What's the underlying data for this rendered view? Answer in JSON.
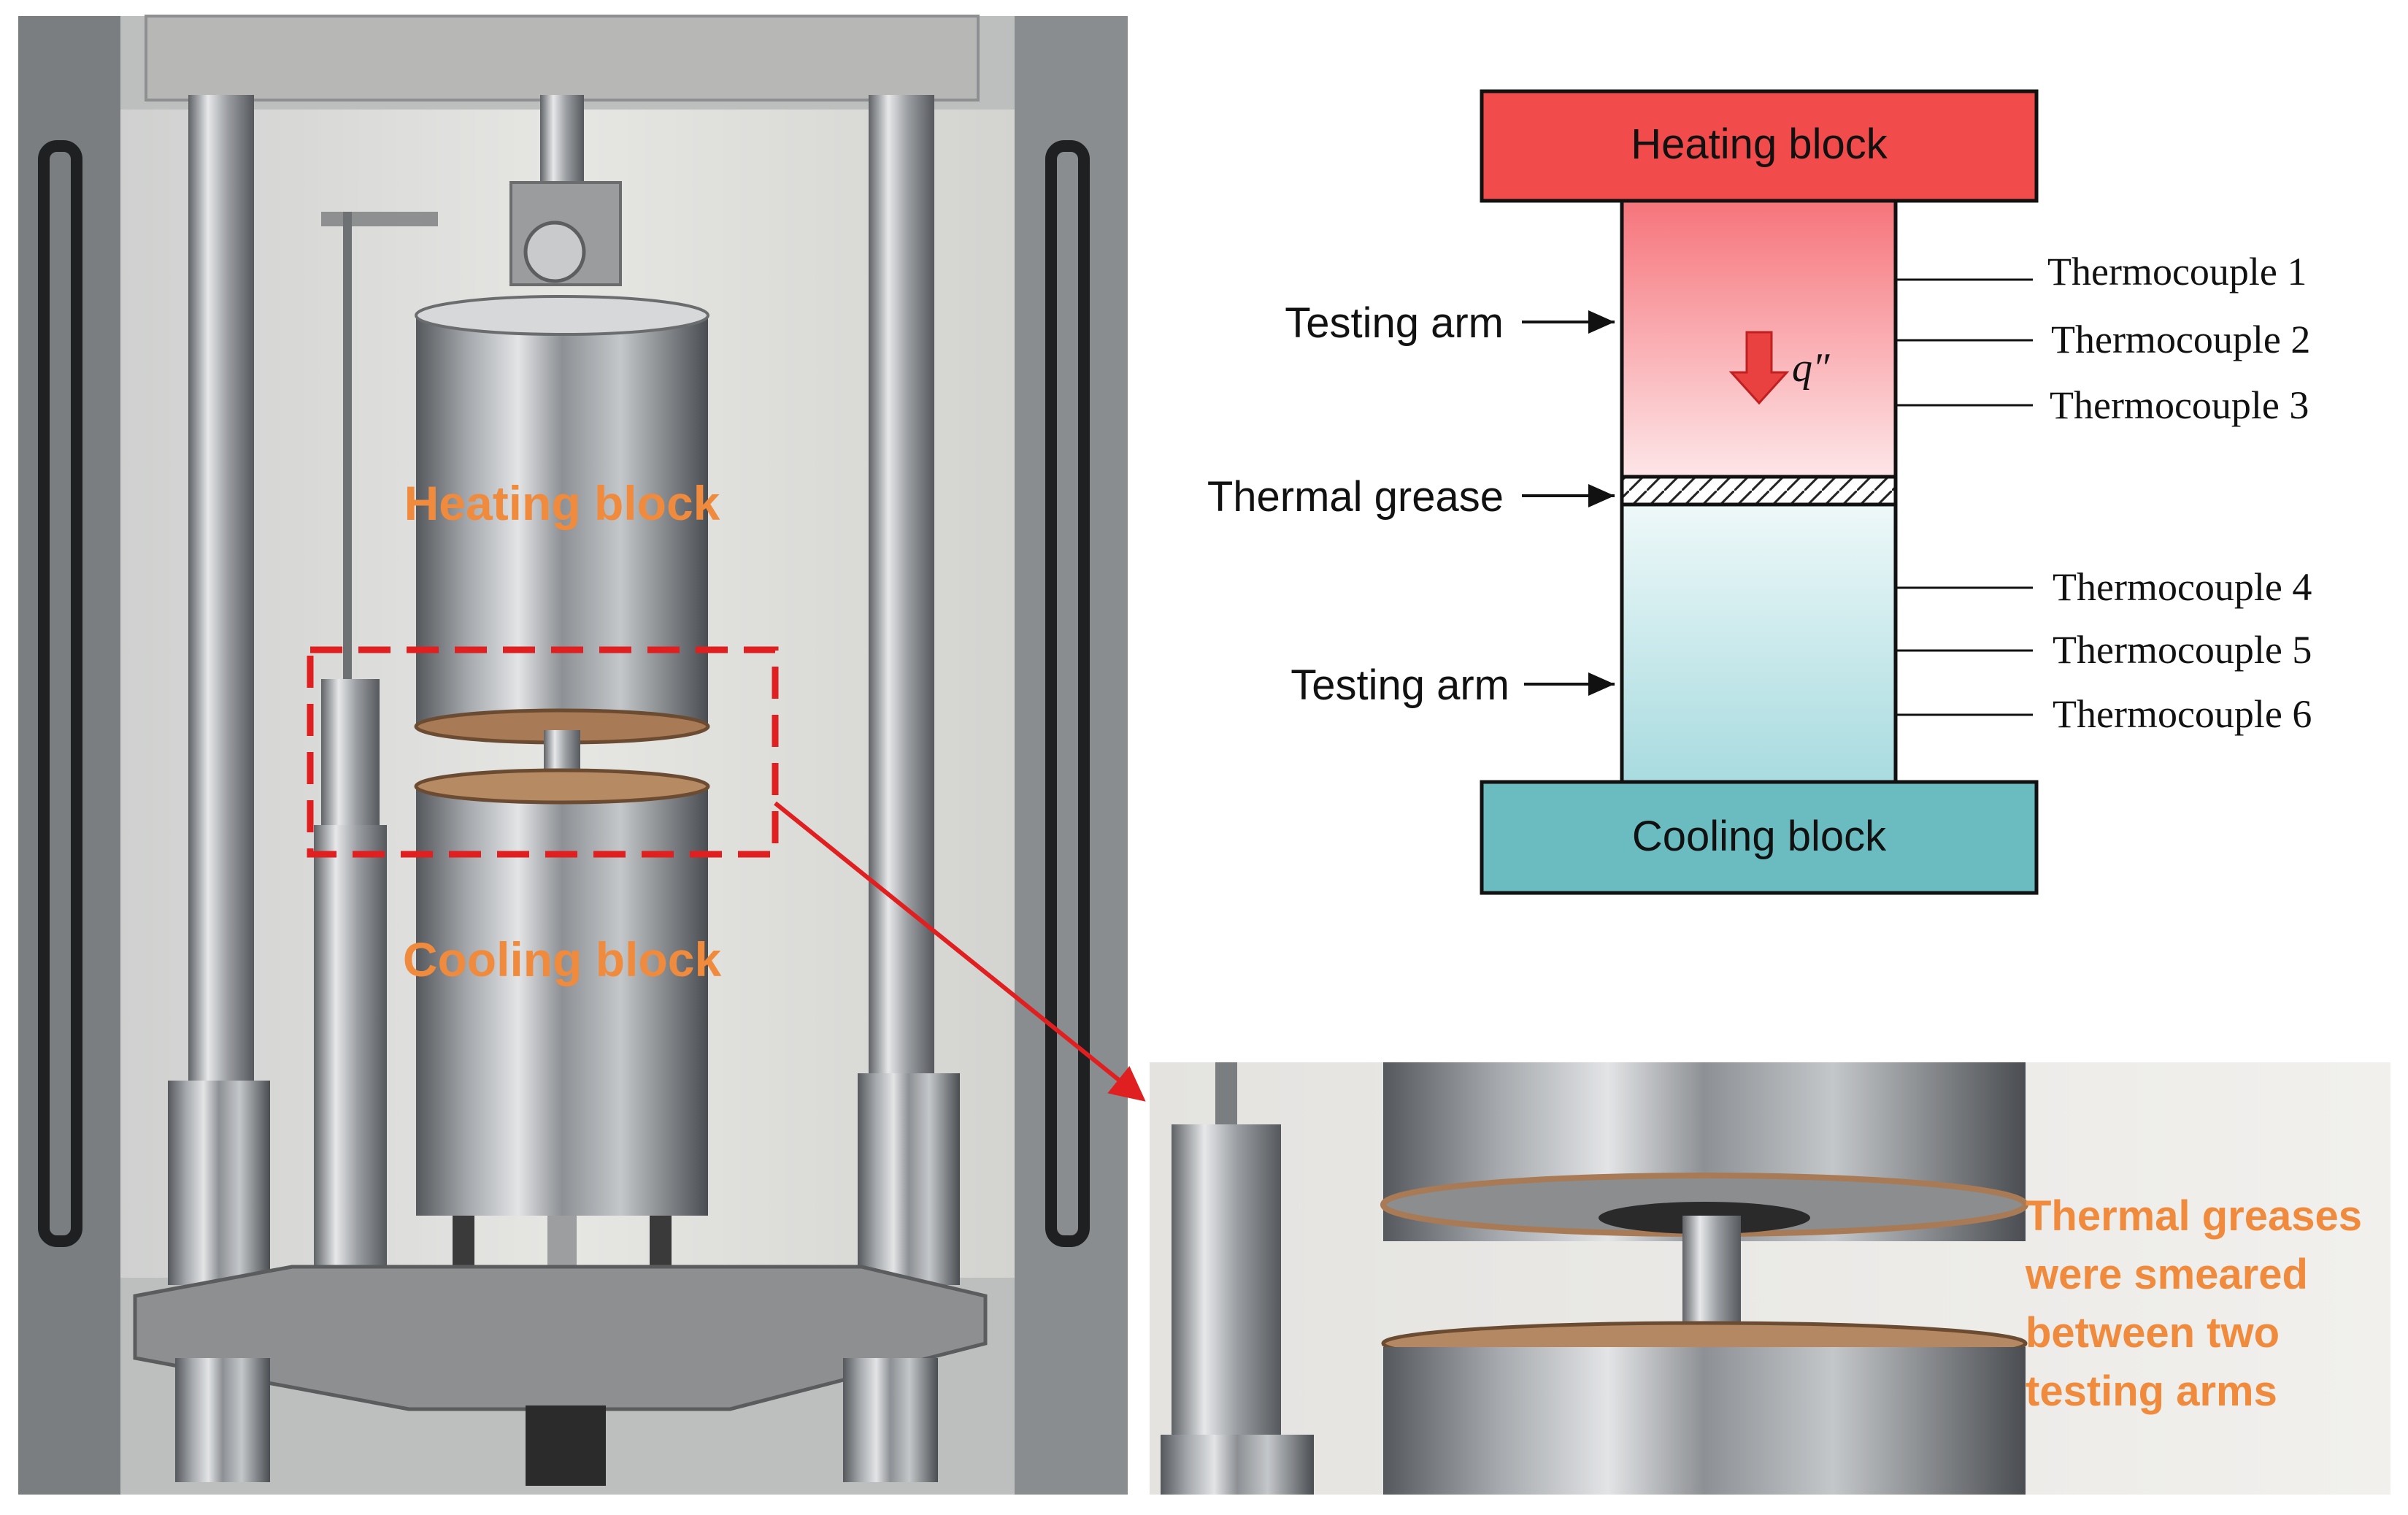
{
  "photo": {
    "heating_label": "Heating block",
    "cooling_label": "Cooling block"
  },
  "inset": {
    "note_lines": [
      "Thermal greases",
      "were smeared",
      "between two",
      "testing arms"
    ]
  },
  "diagram": {
    "heating_block": "Heating block",
    "cooling_block": "Cooling block",
    "testing_arm_upper": "Testing arm",
    "testing_arm_lower": "Testing arm",
    "thermal_grease": "Thermal grease",
    "heat_flux": "q″",
    "thermocouples": [
      "Thermocouple 1",
      "Thermocouple 2",
      "Thermocouple 3",
      "Thermocouple 4",
      "Thermocouple 5",
      "Thermocouple 6"
    ]
  },
  "colors": {
    "heating_block": "#f24b4b",
    "cooling_block": "#6bbcc0",
    "annotation_orange": "#f08a3c",
    "callout_red": "#e02020"
  }
}
